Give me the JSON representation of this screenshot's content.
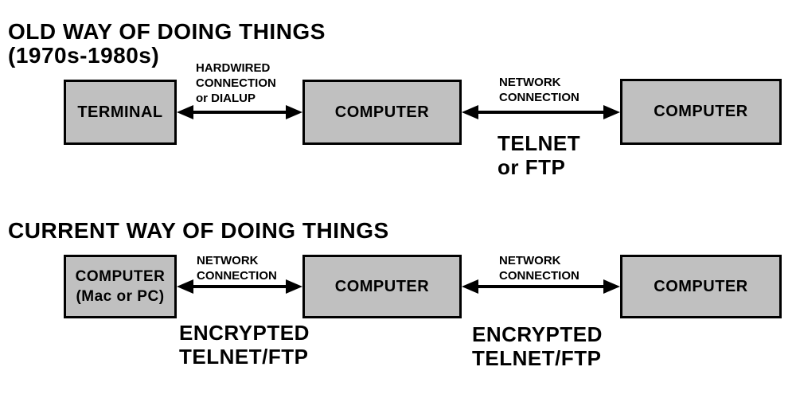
{
  "colors": {
    "background": "#ffffff",
    "box_fill": "#c0c0c0",
    "box_border": "#000000",
    "text": "#000000",
    "arrow": "#000000"
  },
  "old": {
    "title": "OLD WAY OF DOING THINGS",
    "subtitle": "(1970s-1980s)",
    "nodes": {
      "terminal": {
        "label": "TERMINAL"
      },
      "computer_mid": {
        "label": "COMPUTER"
      },
      "computer_right": {
        "label": "COMPUTER"
      }
    },
    "link1": {
      "lines": [
        "HARDWIRED",
        "CONNECTION",
        "or DIALUP"
      ]
    },
    "link2": {
      "lines": [
        "NETWORK",
        "CONNECTION"
      ]
    },
    "protocol": {
      "lines": [
        "TELNET",
        "or FTP"
      ]
    }
  },
  "current": {
    "title": "CURRENT WAY OF DOING THINGS",
    "nodes": {
      "computer_left": {
        "label": "COMPUTER",
        "sublabel": "(Mac or PC)"
      },
      "computer_mid": {
        "label": "COMPUTER"
      },
      "computer_right": {
        "label": "COMPUTER"
      }
    },
    "link1": {
      "lines": [
        "NETWORK",
        "CONNECTION"
      ]
    },
    "link2": {
      "lines": [
        "NETWORK",
        "CONNECTION"
      ]
    },
    "protocol1": {
      "lines": [
        "ENCRYPTED",
        "TELNET/FTP"
      ]
    },
    "protocol2": {
      "lines": [
        "ENCRYPTED",
        "TELNET/FTP"
      ]
    }
  }
}
